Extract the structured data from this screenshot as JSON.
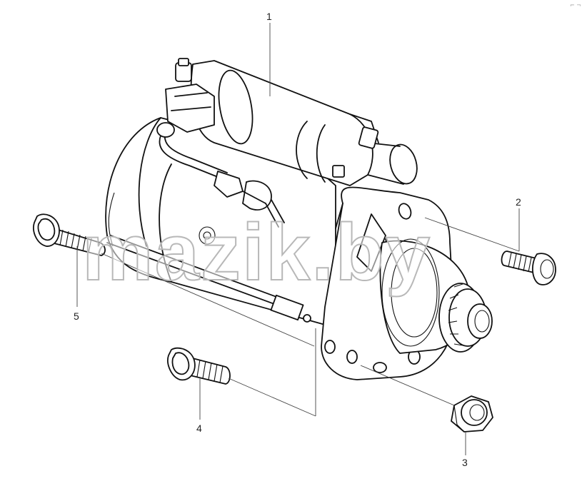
{
  "diagram": {
    "callouts": [
      {
        "id": "1",
        "label": "1"
      },
      {
        "id": "2",
        "label": "2"
      },
      {
        "id": "3",
        "label": "3"
      },
      {
        "id": "4",
        "label": "4"
      },
      {
        "id": "5",
        "label": "5"
      }
    ],
    "watermark": "mazik.by",
    "corner_mark": "⌐ ¬"
  }
}
